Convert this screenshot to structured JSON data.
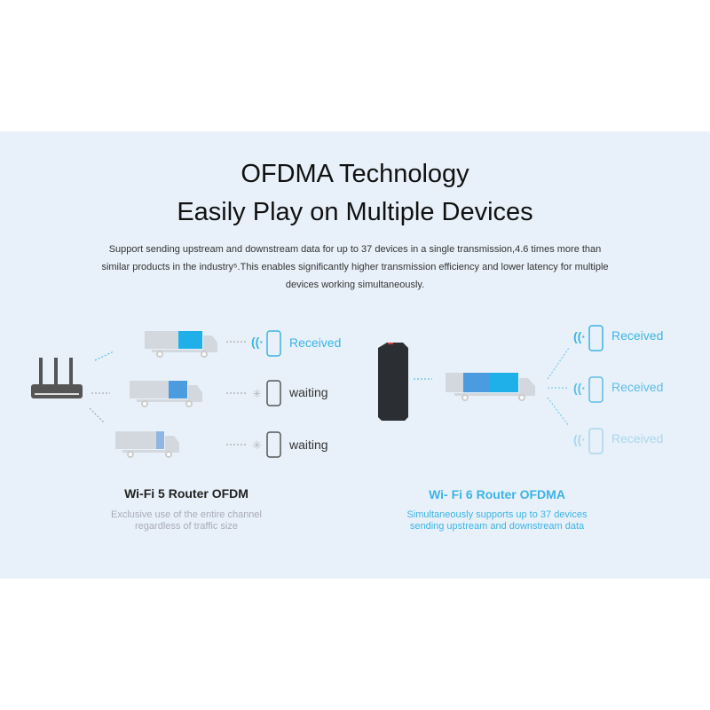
{
  "header": {
    "title_line1": "OFDMA Technology",
    "title_line2": "Easily Play on Multiple Devices",
    "description_line1": "Support sending upstream and downstream data for up to 37 devices in a single transmission,4.6 times more than",
    "description_line2": "similar products in the industry⁵.This enables significantly higher transmission efficiency and lower latency for multiple",
    "description_line3": "devices working simultaneously."
  },
  "wifi5": {
    "status": [
      "Received",
      "waiting",
      "waiting"
    ],
    "caption": "Wi-Fi 5 Router  OFDM",
    "subcaption_line1": "Exclusive use of the entire channel",
    "subcaption_line2": "regardless of traffic size"
  },
  "wifi6": {
    "status": [
      "Received",
      "Received",
      "Received"
    ],
    "caption": "Wi- Fi 6 Router  OFDMA",
    "subcaption_line1": "Simultaneously supports up to 37 devices",
    "subcaption_line2": "sending upstream and downstream data"
  },
  "colors": {
    "accent": "#3cb3e6",
    "band": "#e8f1f9",
    "truck": "#d3d8de"
  }
}
